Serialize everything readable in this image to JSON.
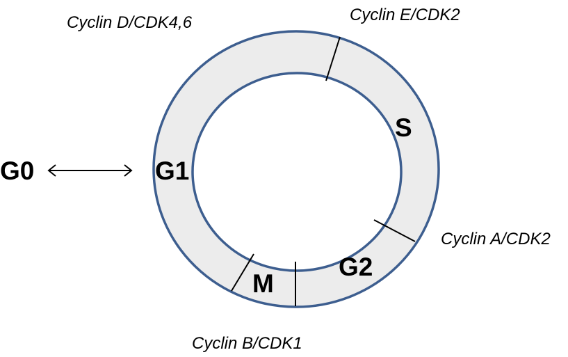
{
  "diagram": {
    "phases": {
      "g0": "G0",
      "g1": "G1",
      "s": "S",
      "g2": "G2",
      "m": "M"
    },
    "cyclins": {
      "d": "Cyclin D/CDK4,6",
      "e": "Cyclin E/CDK2",
      "a": "Cyclin A/CDK2",
      "b": "Cyclin B/CDK1"
    },
    "colors": {
      "ring_fill": "#ececec",
      "ring_stroke": "#3d5e8f",
      "divider": "#000000",
      "text": "#000000"
    }
  }
}
